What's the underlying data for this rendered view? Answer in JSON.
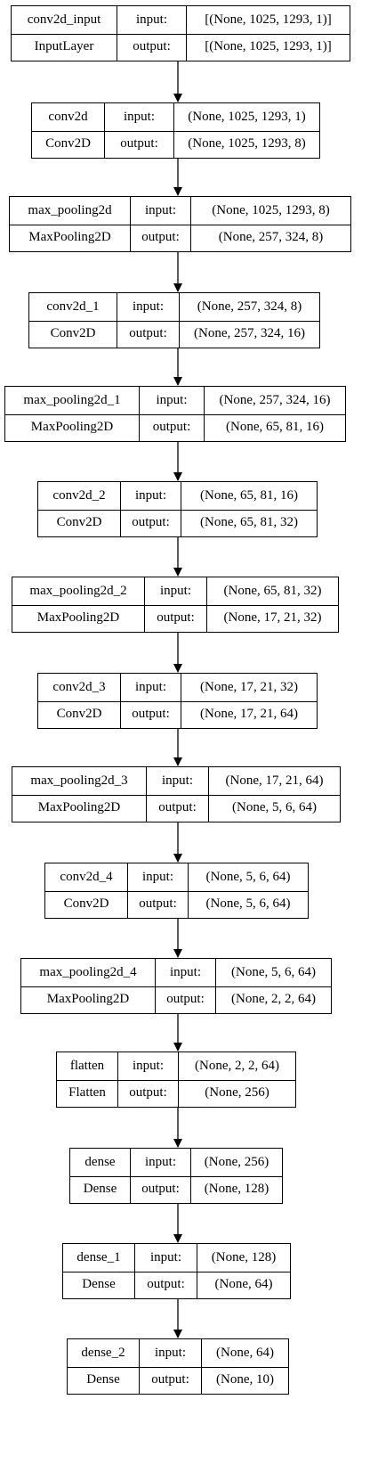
{
  "diagram": {
    "type": "keras-model-plot",
    "io_labels": {
      "input": "input:",
      "output": "output:"
    },
    "layers": [
      {
        "name": "conv2d_input",
        "type": "InputLayer",
        "input": "[(None, 1025, 1293, 1)]",
        "output": "[(None, 1025, 1293, 1)]"
      },
      {
        "name": "conv2d",
        "type": "Conv2D",
        "input": "(None, 1025, 1293, 1)",
        "output": "(None, 1025, 1293, 8)"
      },
      {
        "name": "max_pooling2d",
        "type": "MaxPooling2D",
        "input": "(None, 1025, 1293, 8)",
        "output": "(None, 257, 324, 8)"
      },
      {
        "name": "conv2d_1",
        "type": "Conv2D",
        "input": "(None, 257, 324, 8)",
        "output": "(None, 257, 324, 16)"
      },
      {
        "name": "max_pooling2d_1",
        "type": "MaxPooling2D",
        "input": "(None, 257, 324, 16)",
        "output": "(None, 65, 81, 16)"
      },
      {
        "name": "conv2d_2",
        "type": "Conv2D",
        "input": "(None, 65, 81, 16)",
        "output": "(None, 65, 81, 32)"
      },
      {
        "name": "max_pooling2d_2",
        "type": "MaxPooling2D",
        "input": "(None, 65, 81, 32)",
        "output": "(None, 17, 21, 32)"
      },
      {
        "name": "conv2d_3",
        "type": "Conv2D",
        "input": "(None, 17, 21, 32)",
        "output": "(None, 17, 21, 64)"
      },
      {
        "name": "max_pooling2d_3",
        "type": "MaxPooling2D",
        "input": "(None, 17, 21, 64)",
        "output": "(None, 5, 6, 64)"
      },
      {
        "name": "conv2d_4",
        "type": "Conv2D",
        "input": "(None, 5, 6, 64)",
        "output": "(None, 5, 6, 64)"
      },
      {
        "name": "max_pooling2d_4",
        "type": "MaxPooling2D",
        "input": "(None, 5, 6, 64)",
        "output": "(None, 2, 2, 64)"
      },
      {
        "name": "flatten",
        "type": "Flatten",
        "input": "(None, 2, 2, 64)",
        "output": "(None, 256)"
      },
      {
        "name": "dense",
        "type": "Dense",
        "input": "(None, 256)",
        "output": "(None, 128)"
      },
      {
        "name": "dense_1",
        "type": "Dense",
        "input": "(None, 128)",
        "output": "(None, 64)"
      },
      {
        "name": "dense_2",
        "type": "Dense",
        "input": "(None, 64)",
        "output": "(None, 10)"
      }
    ]
  }
}
